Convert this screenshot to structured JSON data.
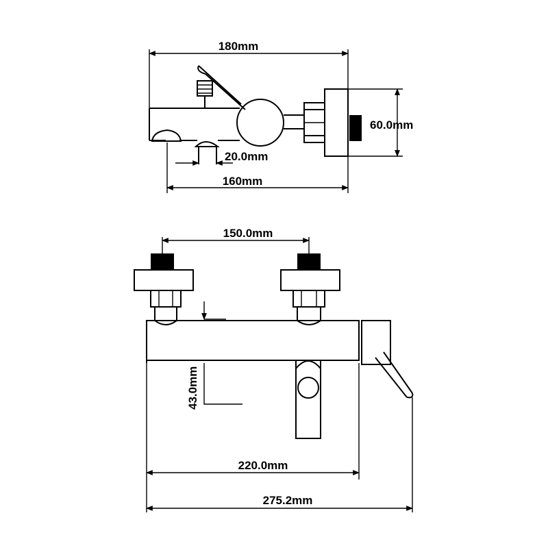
{
  "top_view": {
    "dim_overall_width": "180mm",
    "dim_depth": "60.0mm",
    "dim_outlet_width": "20.0mm",
    "dim_outlet_projection": "160mm"
  },
  "front_view": {
    "dim_inlet_centers": "150.0mm",
    "dim_outlet_drop": "43.0mm",
    "dim_body_length": "220.0mm",
    "dim_overall_length": "275.2mm"
  },
  "colors": {
    "line": "#000000",
    "background": "#ffffff"
  }
}
